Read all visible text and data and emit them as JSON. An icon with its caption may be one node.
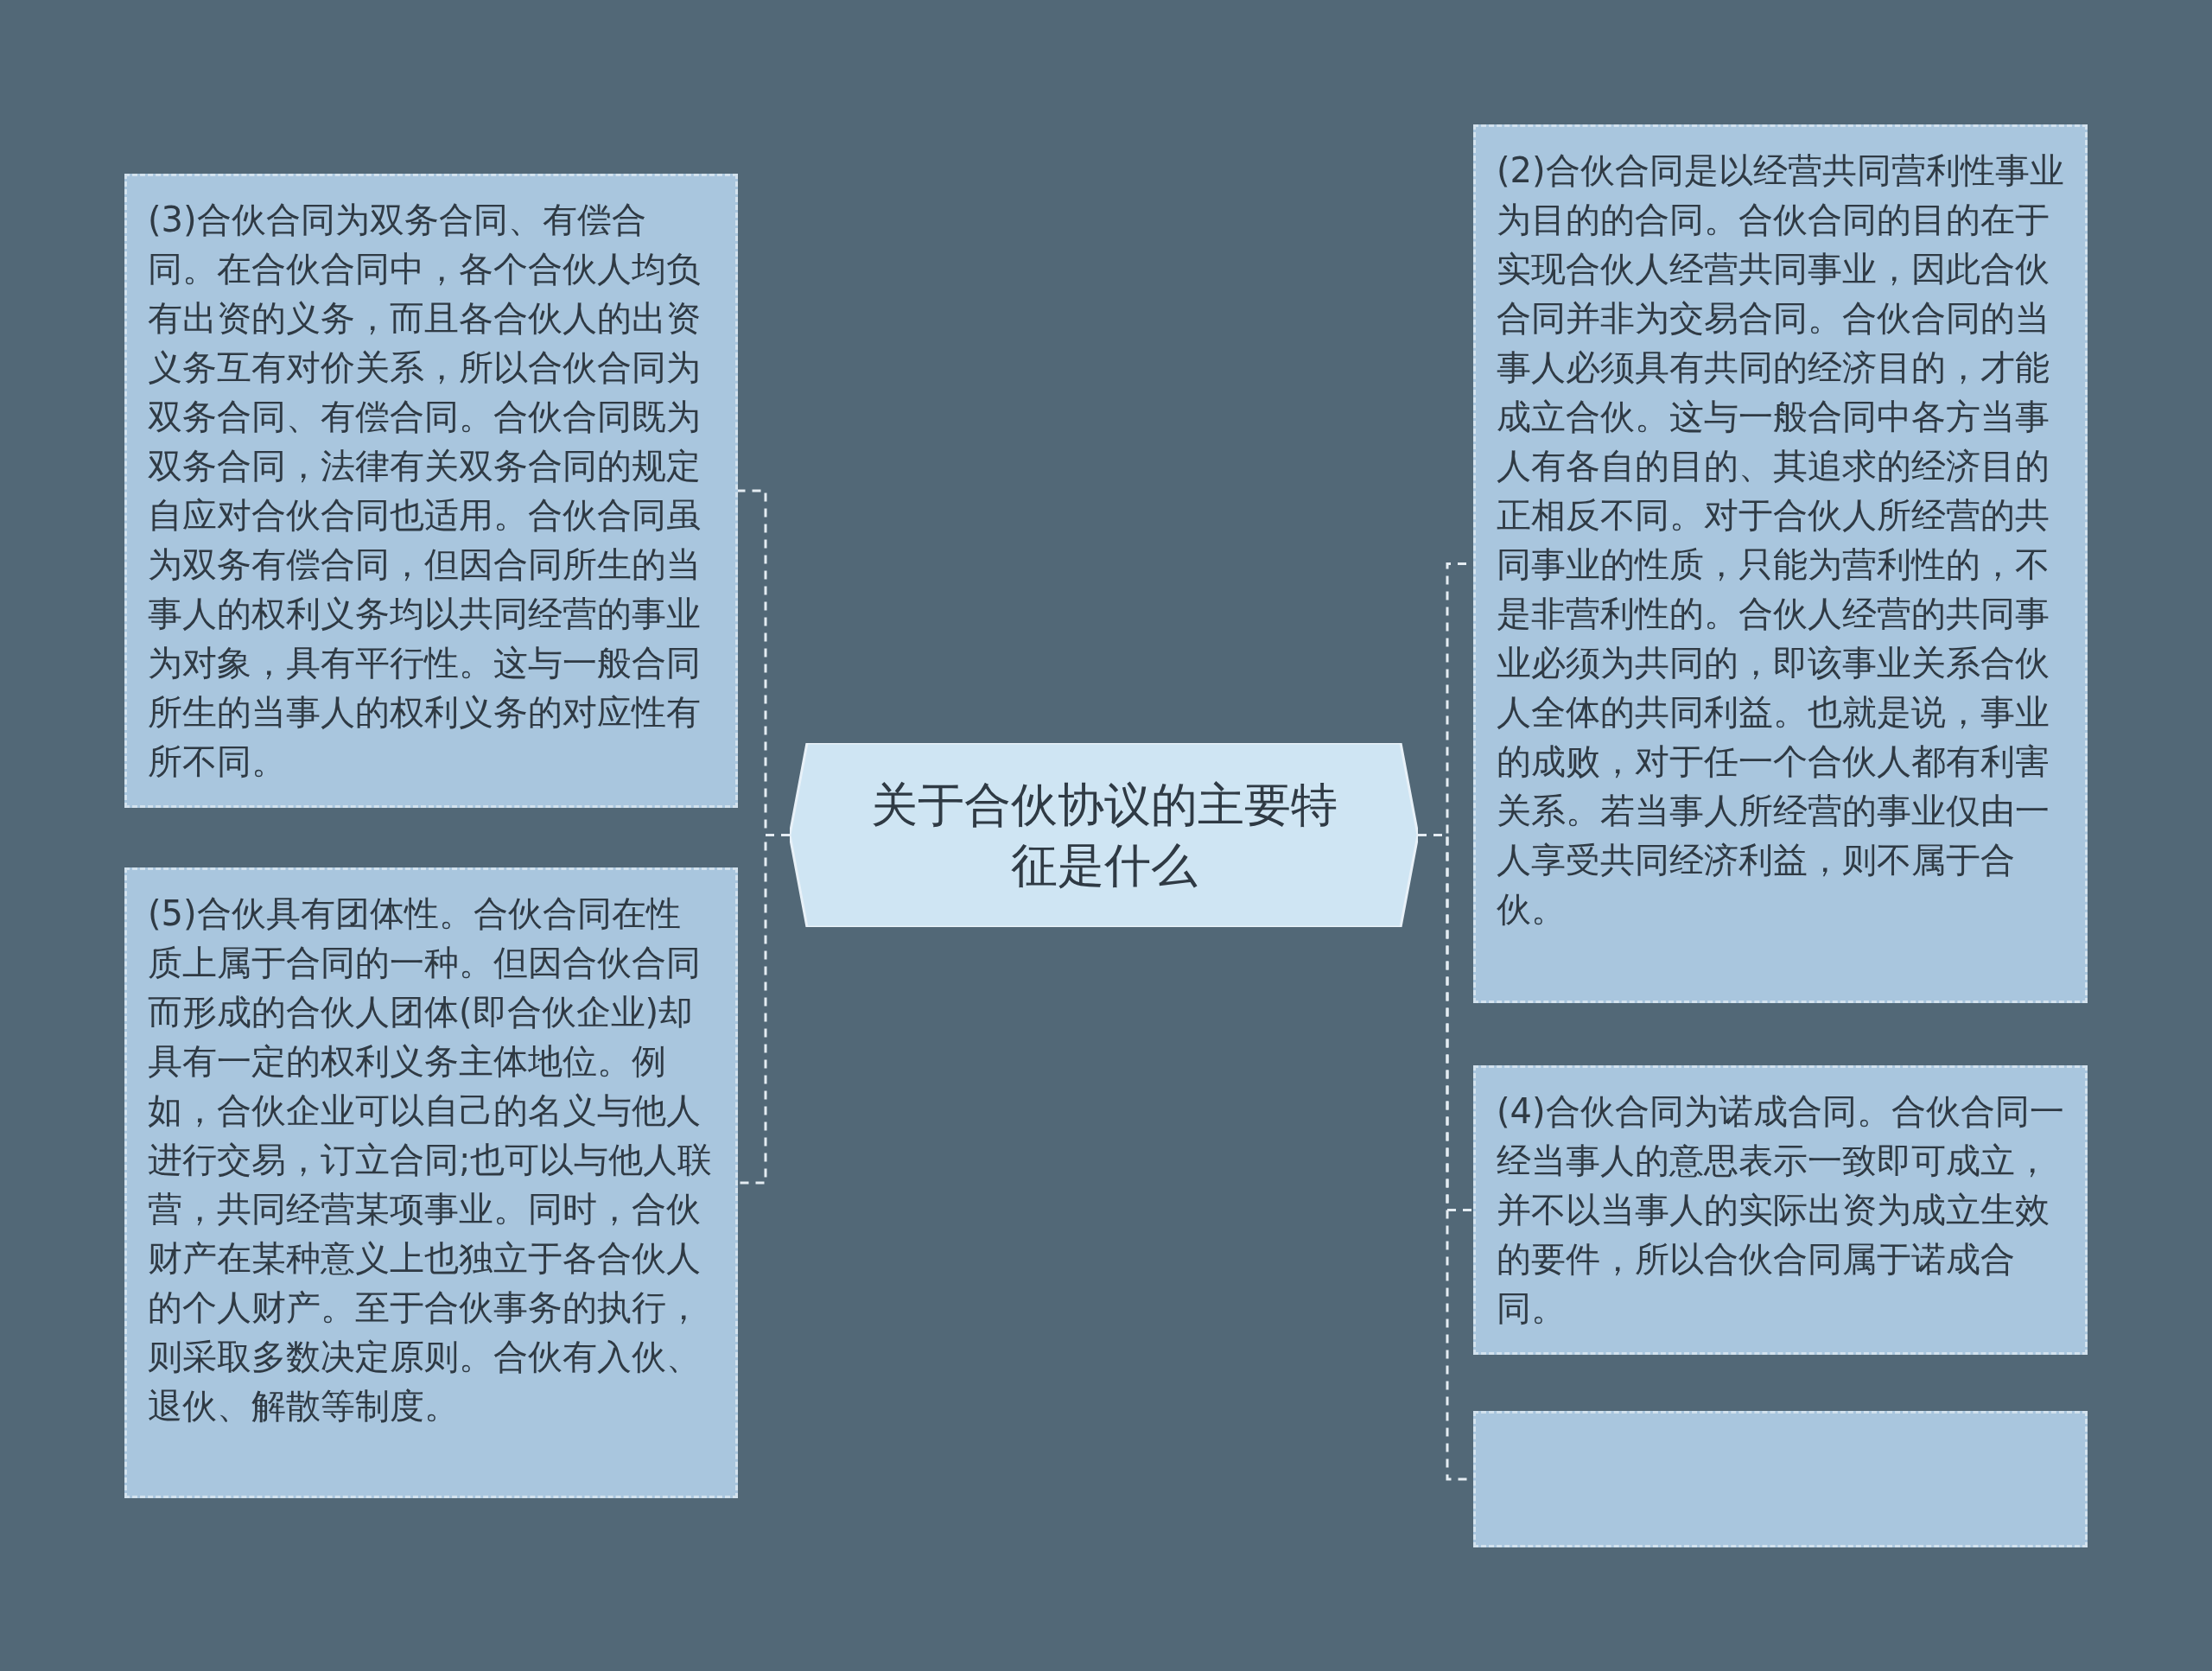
{
  "diagram": {
    "nodes": [
      {
        "text": [
          "关于合伙协议的主要特征是什么"
        ]
      },
      {
        "text": [
          "(3)合伙合同为双务合同、有偿合同。在合伙合同中，各个合伙人均负有出资的义务，而且各合伙人的出资义务互有对价关系，所以合伙合同为双务合同、有偿合同。合伙合同既为双务合同，法律有关双务合同的规定自应对合伙合同也适用。合伙合同虽为双务有偿合同，但因合同所生的当事人的权利义务均以共同经营的事业为对象，具有平行性。这与一般合同所生的当事人的权利义务的对应性有所不同。"
        ]
      },
      {
        "text": [
          "(5)合伙具有团体性。合伙合同在性质上属于合同的一种。但因合伙合同而形成的合伙人团体(即合伙企业)却具有一定的权利义务主体地位。例如，合伙企业可以自己的名义与他人进行交易，订立合同;也可以与他人联营，共同经营某项事业。同时，合伙财产在某种意义上也独立于各合伙人的个人财产。至于合伙事务的执行，则采取多数决定原则。合伙有入伙、退伙、解散等制度。"
        ]
      },
      {
        "text": [
          "(2)合伙合同是以经营共同营利性事业为目的的合同。合伙合同的目的在于实现合伙人经营共同事业，因此合伙合同并非为交易合同。合伙合同的当事人必须具有共同的经济目的，才能成立合伙。这与一般合同中各方当事人有各自的目的、其追求的经济目的正相反不同。对于合伙人所经营的共同事业的性质，只能为营利性的，不是非营利性的。合伙人经营的共同事业必须为共同的，即该事业关系合伙人全体的共同利益。也就是说，事业的成败，对于任一个合伙人都有利害关系。若当事人所经营的事业仅由一人享受共同经济利益，则不属于合伙。"
        ]
      },
      {
        "text": [
          "(4)合伙合同为诺成合同。合伙合同一经当事人的意思表示一致即可成立，并不以当事人的实际出资为成立生效的要件，所以合伙合同属于诺成合同。"
        ]
      },
      {
        "text": [],
        "shape": "box"
      }
    ],
    "edges": [
      {
        "from": 0,
        "to": 1,
        "arrow": "none",
        "style": "dashed"
      },
      {
        "from": 0,
        "to": 2,
        "arrow": "none",
        "style": "dashed"
      },
      {
        "from": 0,
        "to": 3,
        "arrow": "none",
        "style": "dashed"
      },
      {
        "from": 0,
        "to": 4,
        "arrow": "none",
        "style": "dashed"
      },
      {
        "from": 0,
        "to": 5,
        "arrow": "none",
        "style": "dashed"
      }
    ]
  }
}
